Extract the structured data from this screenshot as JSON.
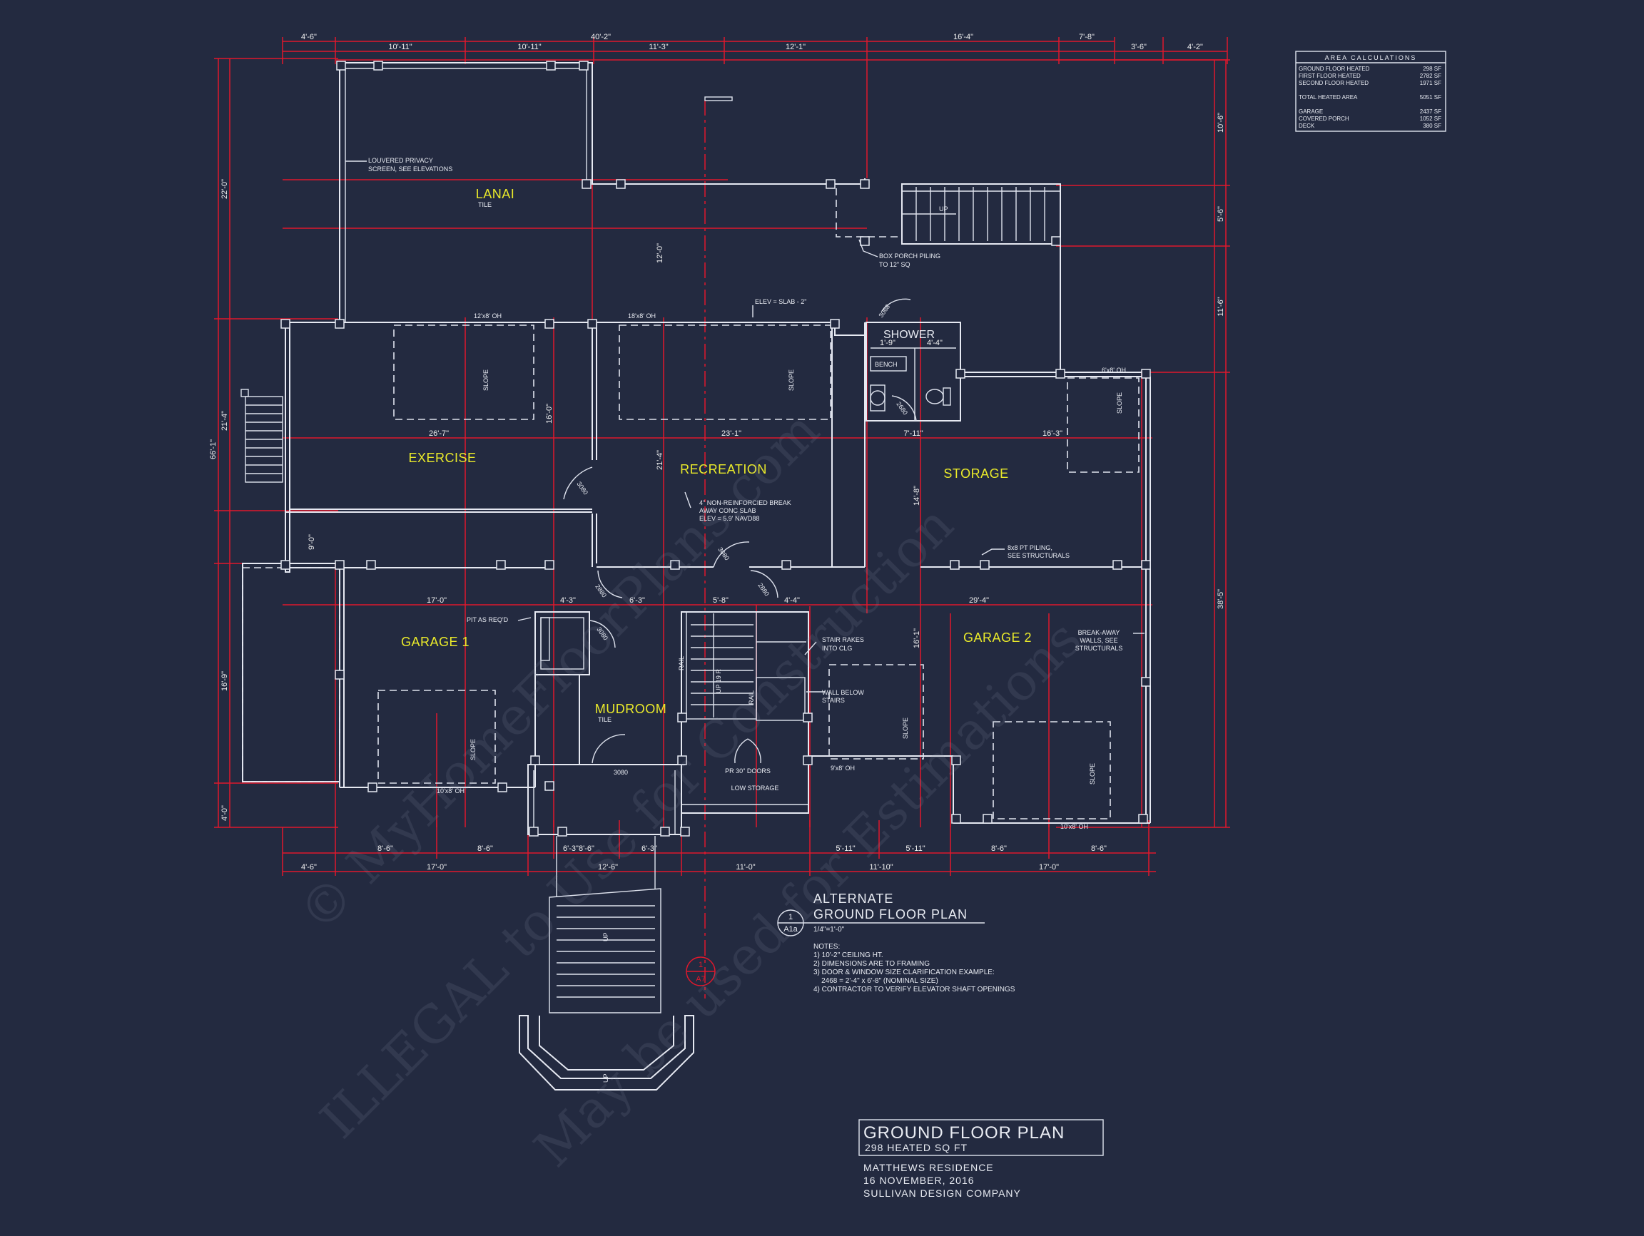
{
  "rooms": {
    "lanai": "LANAI",
    "lanai_sub": "TILE",
    "exercise": "EXERCISE",
    "recreation": "RECREATION",
    "storage": "STORAGE",
    "garage1": "GARAGE 1",
    "garage2": "GARAGE 2",
    "mudroom": "MUDROOM",
    "mudroom_sub": "TILE",
    "shower": "SHOWER",
    "bench": "BENCH",
    "low_storage": "LOW STORAGE"
  },
  "notes_on_plan": {
    "louvered_1": "LOUVERED PRIVACY",
    "louvered_2": "SCREEN, SEE ELEVATIONS",
    "box_porch_1": "BOX PORCH PILING",
    "box_porch_2": "TO 12\" SQ",
    "elev_slab": "ELEV = SLAB - 2\"",
    "slab_1": "4\" NON-REINFORCIED BREAK",
    "slab_2": "AWAY CONC SLAB",
    "slab_3": "ELEV = 5.9' NAVD88",
    "piling_1": "8x8 PT PILING,",
    "piling_2": "SEE STRUCTURALS",
    "pit": "PIT AS REQ'D",
    "stair_rakes_1": "STAIR RAKES",
    "stair_rakes_2": "INTO CLG",
    "wall_below_1": "WALL BELOW",
    "wall_below_2": "STAIRS",
    "breakaway_1": "BREAK-AWAY",
    "breakaway_2": "WALLS, SEE",
    "breakaway_3": "STRUCTURALS",
    "pr_doors": "PR 30\" DOORS",
    "rail": "RAIL",
    "up": "UP",
    "up_run": "UP 19 R",
    "slope": "SLOPE",
    "oh_12x8": "12'x8' OH",
    "oh_18x8": "18'x8' OH",
    "oh_6x8": "6'x8' OH",
    "oh_10x8_a": "10'x8' OH",
    "oh_9x8": "9'x8' OH",
    "oh_10x8_b": "10'x8' OH",
    "door_3080": "3080",
    "door_2880": "2880",
    "door_2680": "2680",
    "door_3068": "3068"
  },
  "dims_top": [
    "4'-6\"",
    "10'-11\"",
    "10'-11\"",
    "40'-2\"",
    "11'-3\"",
    "12'-1\"",
    "16'-4\"",
    "7'-8\"",
    "3'-6\"",
    "4'-2\""
  ],
  "dims_bottom_1": [
    "8'-6\"",
    "8'-6\"",
    "8'-6\"",
    "6'-3\"",
    "6'-3\"",
    "5'-11\"",
    "5'-11\"",
    "8'-6\"",
    "8'-6\""
  ],
  "dims_bottom_2": [
    "4'-6\"",
    "17'-0\"",
    "12'-6\"",
    "11'-0\"",
    "11'-10\"",
    "17'-0\""
  ],
  "dims_interior": [
    "26'-7\"",
    "23'-1\"",
    "16'-3\"",
    "17'-0\"",
    "4'-3\"",
    "6'-3\"",
    "5'-8\"",
    "4'-4\"",
    "29'-4\"",
    "1'-9\"",
    "4'-4\"",
    "7'-11\"",
    "16'-0\"",
    "21'-4\"",
    "12'-0\"",
    "16'-1\"",
    "14'-8\""
  ],
  "dims_left": [
    "22'-0\"",
    "66'-1\"",
    "21'-4\"",
    "9'-0\"",
    "16'-9\"",
    "4'-0\""
  ],
  "dims_right": [
    "10'-6\"",
    "5'-6\"",
    "11'-6\"",
    "38'-5\""
  ],
  "area_calc": {
    "title": "AREA CALCULATIONS",
    "rows": [
      {
        "label": "GROUND FLOOR HEATED",
        "value": "298 SF"
      },
      {
        "label": "FIRST FLOOR HEATED",
        "value": "2782 SF"
      },
      {
        "label": "SECOND FLOOR HEATED",
        "value": "1971 SF"
      },
      {
        "label": "TOTAL HEATED AREA",
        "value": "5051 SF"
      },
      {
        "label": "GARAGE",
        "value": "2437 SF"
      },
      {
        "label": "COVERED PORCH",
        "value": "1052 SF"
      },
      {
        "label": "DECK",
        "value": "380 SF"
      }
    ]
  },
  "callout": {
    "num": "1",
    "sheet": "A1a",
    "title_1": "ALTERNATE",
    "title_2": "GROUND FLOOR PLAN",
    "scale": "1/4\"=1'-0\"",
    "notes_head": "NOTES:",
    "notes": [
      "1) 10'-2\" CEILING HT.",
      "2) DIMENSIONS ARE TO FRAMING",
      "3) DOOR & WINDOW SIZE CLARIFICATION EXAMPLE:",
      "    2468 = 2'-4\" x 6'-8\" (NOMINAL SIZE)",
      "4) CONTRACTOR TO VERIFY ELEVATOR SHAFT OPENINGS"
    ]
  },
  "section_tag": {
    "num": "1",
    "sheet": "A7"
  },
  "title_block": {
    "title": "GROUND FLOOR PLAN",
    "subtitle": "298 HEATED SQ FT",
    "project": "MATTHEWS RESIDENCE",
    "date": "16 NOVEMBER, 2016",
    "company": "SULLIVAN DESIGN COMPANY"
  },
  "watermark": {
    "line_1": "© MyHomeFloorPlans.com",
    "line_2": "ILLEGAL to Use for Construction",
    "line_3": "May be used for Estimations"
  },
  "colors": {
    "background": "#232a40",
    "lines": "#e6e9f2",
    "dimensions": "#e0182c",
    "room_labels": "#eaea2a"
  }
}
